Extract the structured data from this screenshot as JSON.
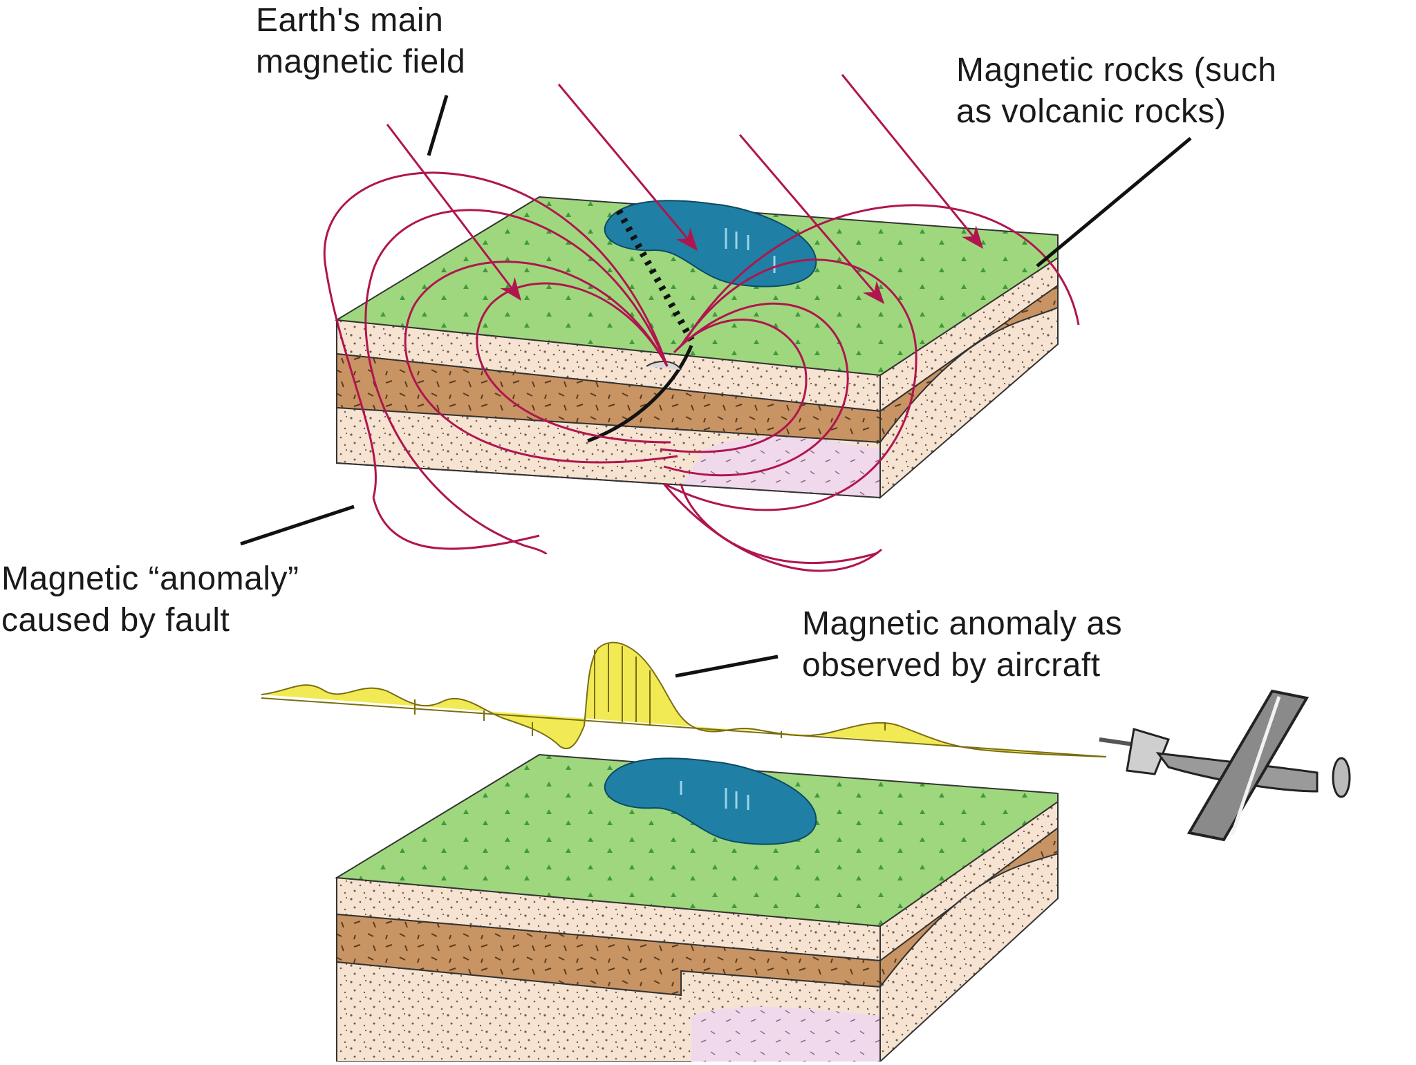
{
  "labels": {
    "main_field": [
      "Earth's main",
      "magnetic field"
    ],
    "magnetic_rocks": [
      "Magnetic rocks (such",
      "as volcanic rocks)"
    ],
    "fault_anomaly": [
      "Magnetic “anomaly”",
      "caused by fault"
    ],
    "aircraft_anomaly": [
      "Magnetic anomaly as",
      "observed by aircraft"
    ]
  },
  "colors": {
    "grass": "#9fd77e",
    "grass_dark": "#3f9a3a",
    "water": "#1f7fa5",
    "sand_layer": "#f6e3d2",
    "brown_layer": "#c89463",
    "pink_rock": "#f1d9ec",
    "field_lines": "#b0154f",
    "anomaly_fill": "#f2ea55",
    "leader_lines": "#111111"
  }
}
